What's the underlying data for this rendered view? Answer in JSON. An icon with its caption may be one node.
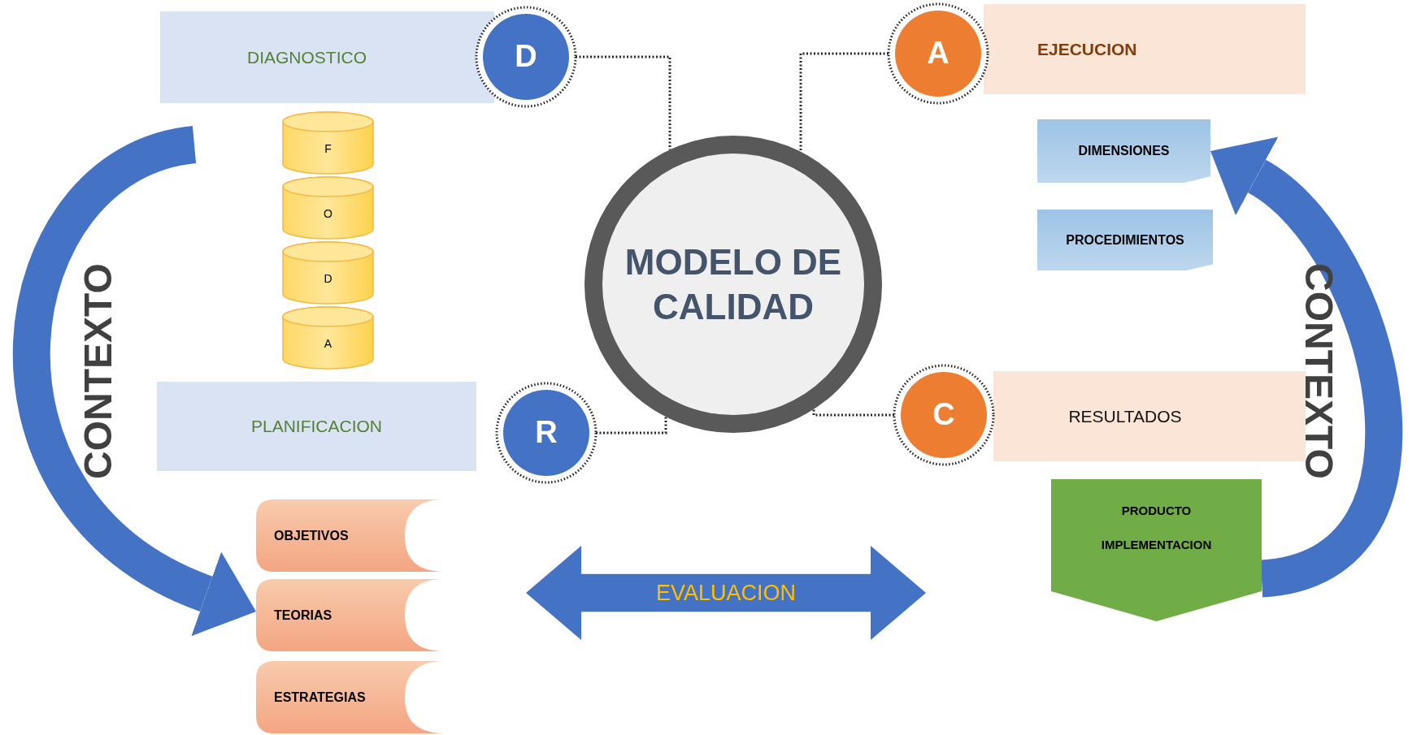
{
  "diagram": {
    "nodes": [
      {
        "text": [
          "DIAGNOSTICO"
        ]
      },
      {
        "text": [
          "D"
        ]
      },
      {
        "text": [
          "MODELO DE CALIDAD"
        ]
      },
      {
        "text": [
          "A"
        ]
      },
      {
        "text": [
          "EJECUCION"
        ]
      },
      {
        "text": [
          "DIMENSIONES"
        ]
      },
      {
        "text": [
          "PROCEDIMIENTOS"
        ]
      },
      {
        "text": [
          "F"
        ]
      },
      {
        "text": [
          "O"
        ]
      },
      {
        "text": [
          "D"
        ]
      },
      {
        "text": [
          "A"
        ]
      },
      {
        "text": [
          "PLANIFICACION"
        ]
      },
      {
        "text": [
          "R"
        ]
      },
      {
        "text": [
          "C"
        ]
      },
      {
        "text": [
          "RESULTADOS"
        ]
      },
      {
        "text": [
          "PRODUCTO",
          "IMPLEMENTACION"
        ]
      },
      {
        "text": [
          "OBJETIVOS"
        ]
      },
      {
        "text": [
          "EVALUACION"
        ]
      },
      {
        "text": [
          "TEORIAS"
        ]
      },
      {
        "text": [
          "ESTRATEGIAS"
        ]
      }
    ],
    "edges": [
      {
        "from": 1,
        "to": 2,
        "arrow": "none",
        "style": "dashed"
      },
      {
        "from": 3,
        "to": 2,
        "arrow": "none",
        "style": "dashed"
      },
      {
        "from": 12,
        "to": 2,
        "arrow": "none",
        "style": "dashed"
      },
      {
        "from": 13,
        "to": 2,
        "arrow": "none",
        "style": "dashed"
      },
      {
        "from": null,
        "to": 18,
        "arrow": "to",
        "label": "CONTEXTO",
        "style": "thick",
        "color": "#4472c4"
      },
      {
        "from": 15,
        "to": 5,
        "arrow": "to",
        "label": "CONTEXTO",
        "style": "thick",
        "color": "#4472c4"
      }
    ]
  }
}
